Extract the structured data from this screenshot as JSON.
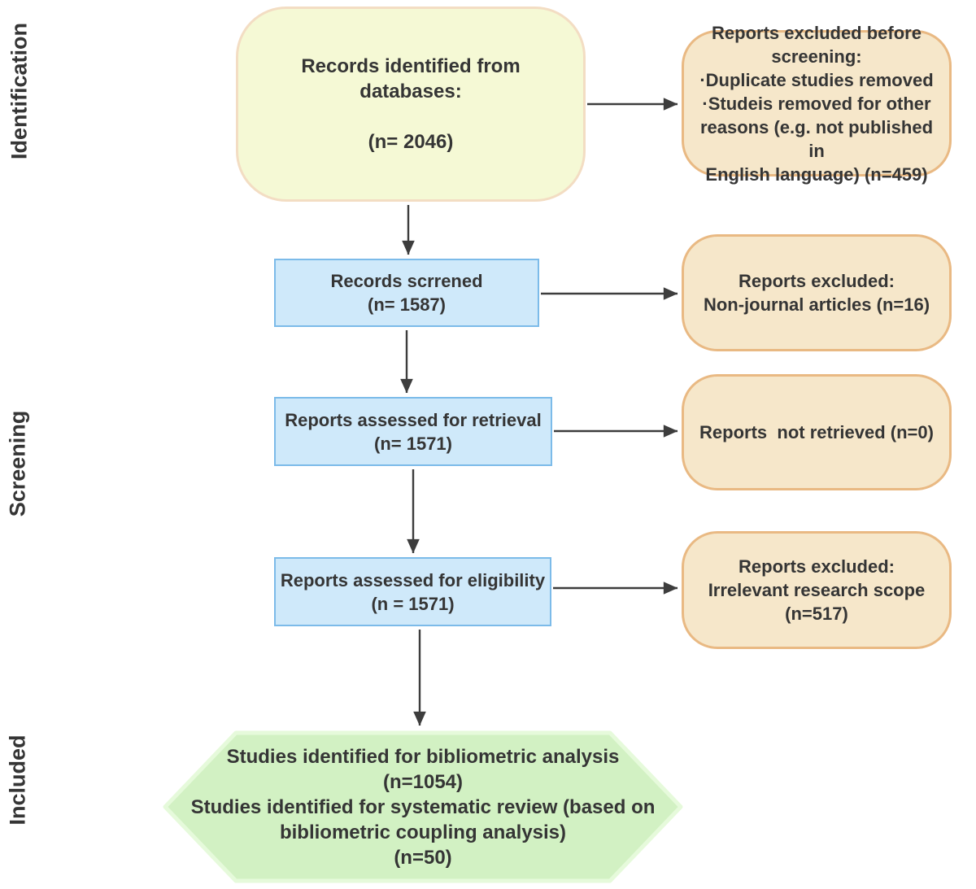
{
  "palette": {
    "yellow_fill": "#f5f9d5",
    "yellow_border": "#f3ddc3",
    "orange_fill": "#f6e7ca",
    "orange_border": "#e9b983",
    "blue_fill": "#cfe9fa",
    "blue_border": "#7cbbe9",
    "green_fill": "#d2f1c3",
    "green_border": "#e6fadb",
    "arrow": "#3d3d3d",
    "text": "#353535"
  },
  "stages": [
    {
      "label": "Identification"
    },
    {
      "label": "Screening"
    },
    {
      "label": "Included"
    }
  ],
  "boxes": {
    "identified": {
      "lines": [
        "Records identified from",
        "databases:",
        "",
        "(n= 2046)"
      ]
    },
    "excluded_before": {
      "lines": [
        "Reports excluded before",
        "screening:",
        "·Duplicate studies removed",
        "·Studeis removed for other",
        "reasons (e.g. not published in",
        "English language) (n=459)"
      ]
    },
    "screened": {
      "lines": [
        "Records scrrened",
        "(n= 1587)"
      ]
    },
    "excluded_nonjournal": {
      "lines": [
        "Reports excluded:",
        "Non-journal articles (n=16)"
      ]
    },
    "retrieval": {
      "lines": [
        "Reports assessed for retrieval",
        "(n= 1571)"
      ]
    },
    "not_retrieved": {
      "lines": [
        "Reports  not retrieved (n=0)"
      ]
    },
    "eligibility": {
      "lines": [
        "Reports assessed for eligibility",
        "(n = 1571)"
      ]
    },
    "excluded_scope": {
      "lines": [
        "Reports excluded:",
        "Irrelevant research scope",
        "(n=517)"
      ]
    },
    "included": {
      "lines": [
        "Studies identified for bibliometric analysis",
        "(n=1054)",
        "Studies identified for systematic review (based on",
        "bibliometric coupling analysis)",
        "(n=50)"
      ]
    }
  }
}
